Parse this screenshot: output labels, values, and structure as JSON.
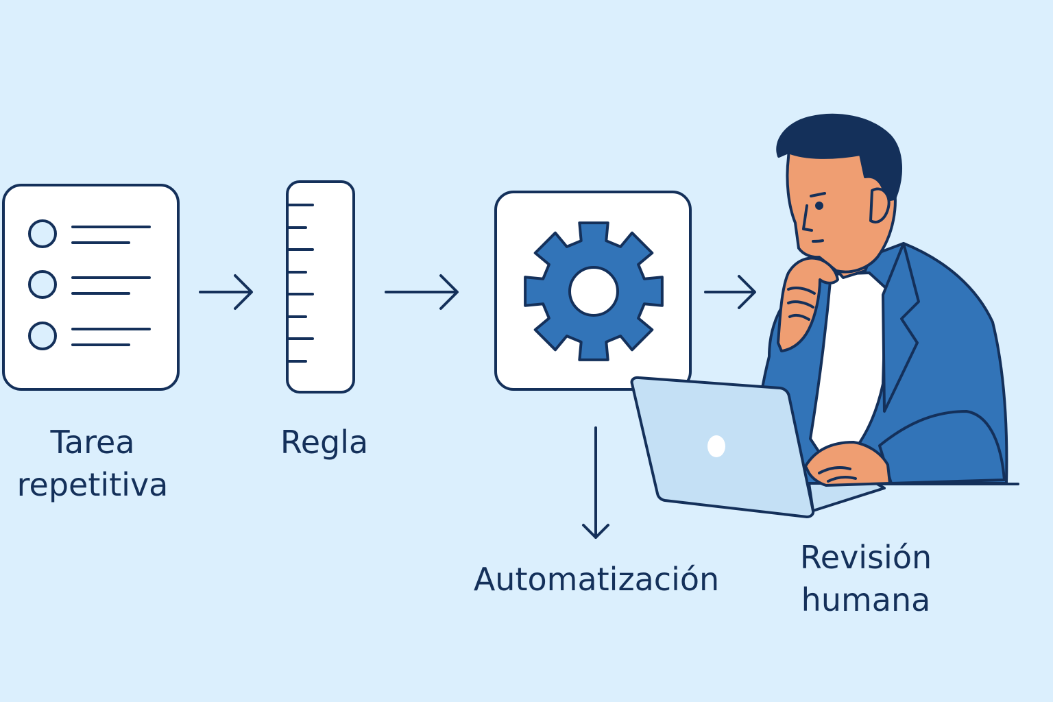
{
  "diagram": {
    "colors": {
      "background": "#dbeffd",
      "stroke": "#14305a",
      "accent_blue": "#3274b8",
      "card_fill": "#ffffff",
      "skin": "#ef9e72",
      "screen": "#c4e0f5"
    },
    "steps": [
      {
        "id": "tarea",
        "icon": "checklist-icon",
        "label_lines": [
          "Tarea",
          "repetitiva"
        ]
      },
      {
        "id": "regla",
        "icon": "ruler-icon",
        "label_lines": [
          "Regla"
        ]
      },
      {
        "id": "automatizacion",
        "icon": "gear-icon",
        "label_lines": [
          "Automatización"
        ]
      },
      {
        "id": "revision",
        "icon": "person-laptop-illustration",
        "label_lines": [
          "Revisión",
          "humana"
        ]
      }
    ]
  }
}
